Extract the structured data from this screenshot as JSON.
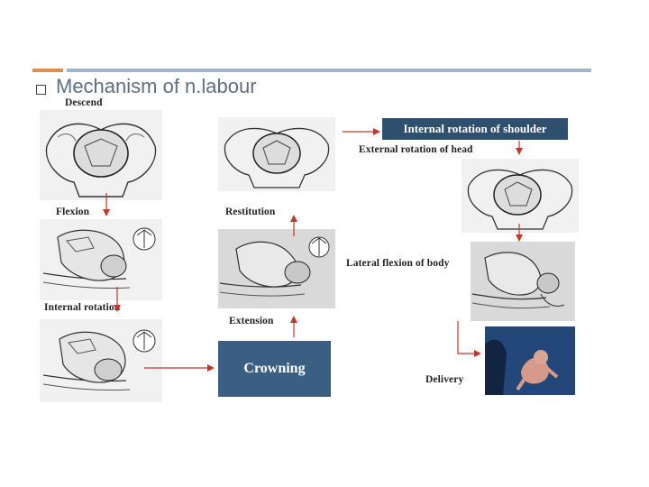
{
  "slide": {
    "title": "Mechanism of n.labour",
    "accent_orange": "#d98e54",
    "accent_blue": "#9fb7c9",
    "box_color": "#2f4f6f",
    "arrow_color": "#c0392b"
  },
  "labels": {
    "descend": "Descend",
    "flexion": "Flexion",
    "internal_rotation": "Internal rotation",
    "restitution": "Restitution",
    "extension": "Extension",
    "internal_rotation_shoulder": "Internal rotation of shoulder",
    "external_rotation_head": "External rotation of head",
    "lateral_flexion": "Lateral flexion of body",
    "delivery": "Delivery",
    "crowning": "Crowning"
  }
}
